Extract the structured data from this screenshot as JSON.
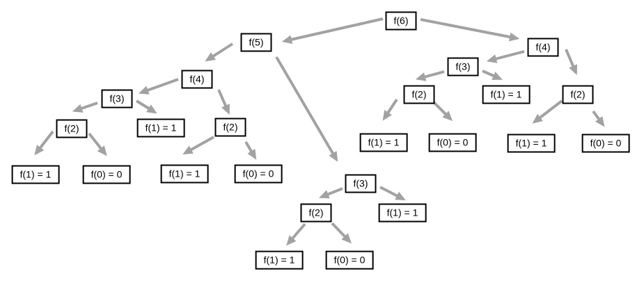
{
  "diagram": {
    "type": "recursion-tree",
    "root_call": "f(6)",
    "colors": {
      "background": "#ffffff",
      "arrow": "#a2a2a2",
      "node_border": "#000000",
      "node_fill": "#ffffff",
      "node_text": "#000000"
    },
    "nodes": [
      {
        "id": "f6",
        "label": "f(6)"
      },
      {
        "id": "f5",
        "label": "f(5)"
      },
      {
        "id": "f4-left",
        "label": "f(4)"
      },
      {
        "id": "f3-left",
        "label": "f(3)"
      },
      {
        "id": "f2-left-a",
        "label": "f(2)"
      },
      {
        "id": "f1-left-a1",
        "label": "f(1) = 1"
      },
      {
        "id": "f0-left-a0",
        "label": "f(0) = 0"
      },
      {
        "id": "f1-left-b",
        "label": "f(1) = 1"
      },
      {
        "id": "f2-left-b",
        "label": "f(2)"
      },
      {
        "id": "f1-left-b1",
        "label": "f(1) = 1"
      },
      {
        "id": "f0-left-b0",
        "label": "f(0) = 0"
      },
      {
        "id": "f3-mid",
        "label": "f(3)"
      },
      {
        "id": "f2-mid",
        "label": "f(2)"
      },
      {
        "id": "f1-mid-r",
        "label": "f(1) = 1"
      },
      {
        "id": "f1-mid-1",
        "label": "f(1) = 1"
      },
      {
        "id": "f0-mid-0",
        "label": "f(0) = 0"
      },
      {
        "id": "f4-right",
        "label": "f(4)"
      },
      {
        "id": "f3-right",
        "label": "f(3)"
      },
      {
        "id": "f2-right-a",
        "label": "f(2)"
      },
      {
        "id": "f1-right-b",
        "label": "f(1) = 1"
      },
      {
        "id": "f1-right-a1",
        "label": "f(1) = 1"
      },
      {
        "id": "f0-right-a0",
        "label": "f(0) = 0"
      },
      {
        "id": "f2-right-b",
        "label": "f(2)"
      },
      {
        "id": "f1-right-b1",
        "label": "f(1) = 1"
      },
      {
        "id": "f0-right-b0",
        "label": "f(0) = 0"
      }
    ],
    "edges": [
      {
        "from": "f6",
        "to": "f5"
      },
      {
        "from": "f6",
        "to": "f4-right"
      },
      {
        "from": "f5",
        "to": "f4-left"
      },
      {
        "from": "f5",
        "to": "f3-mid"
      },
      {
        "from": "f4-left",
        "to": "f3-left"
      },
      {
        "from": "f4-left",
        "to": "f2-left-b"
      },
      {
        "from": "f3-left",
        "to": "f2-left-a"
      },
      {
        "from": "f3-left",
        "to": "f1-left-b"
      },
      {
        "from": "f2-left-a",
        "to": "f1-left-a1"
      },
      {
        "from": "f2-left-a",
        "to": "f0-left-a0"
      },
      {
        "from": "f2-left-b",
        "to": "f1-left-b1"
      },
      {
        "from": "f2-left-b",
        "to": "f0-left-b0"
      },
      {
        "from": "f3-mid",
        "to": "f2-mid"
      },
      {
        "from": "f3-mid",
        "to": "f1-mid-r"
      },
      {
        "from": "f2-mid",
        "to": "f1-mid-1"
      },
      {
        "from": "f2-mid",
        "to": "f0-mid-0"
      },
      {
        "from": "f4-right",
        "to": "f3-right"
      },
      {
        "from": "f4-right",
        "to": "f2-right-b"
      },
      {
        "from": "f3-right",
        "to": "f2-right-a"
      },
      {
        "from": "f3-right",
        "to": "f1-right-b"
      },
      {
        "from": "f2-right-a",
        "to": "f1-right-a1"
      },
      {
        "from": "f2-right-a",
        "to": "f0-right-a0"
      },
      {
        "from": "f2-right-b",
        "to": "f1-right-b1"
      },
      {
        "from": "f2-right-b",
        "to": "f0-right-b0"
      }
    ]
  }
}
